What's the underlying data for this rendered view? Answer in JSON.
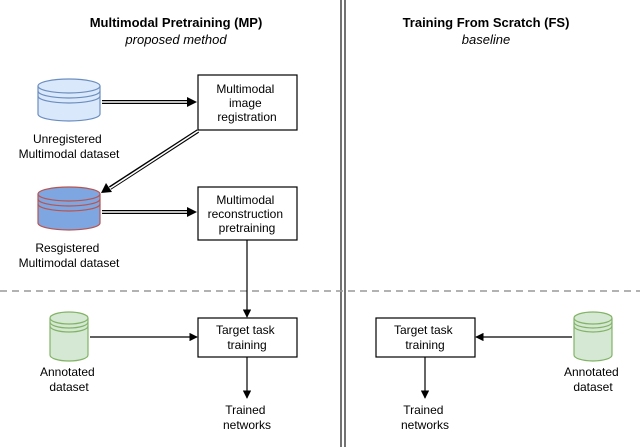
{
  "left_title": "Multimodal Pretraining (MP)",
  "left_subtitle": "proposed method",
  "right_title": "Training From Scratch (FS)",
  "right_subtitle": "baseline",
  "nodes": {
    "unregistered_dataset": [
      "Unregistered",
      "Multimodal dataset"
    ],
    "registered_dataset": [
      "Resgistered",
      "Multimodal dataset"
    ],
    "annotated_dataset_left": [
      "Annotated",
      "dataset"
    ],
    "annotated_dataset_right": [
      "Annotated",
      "dataset"
    ],
    "registration_box": [
      "Multimodal",
      "image",
      "registration"
    ],
    "reconstruction_box": [
      "Multimodal",
      "reconstruction",
      "pretraining"
    ],
    "target_left_box": [
      "Target task",
      "training"
    ],
    "target_right_box": [
      "Target task",
      "training"
    ],
    "trained_left": [
      "Trained",
      "networks"
    ],
    "trained_right": [
      "Trained",
      "networks"
    ]
  },
  "colors": {
    "db_blue_light": "#dae8fc",
    "db_blue_dark": "#7ea6e0",
    "db_blue_stroke": "#6c8ebf",
    "db_red_stroke": "#b85450",
    "db_green": "#d5e8d4",
    "db_green_stroke": "#82b366"
  }
}
